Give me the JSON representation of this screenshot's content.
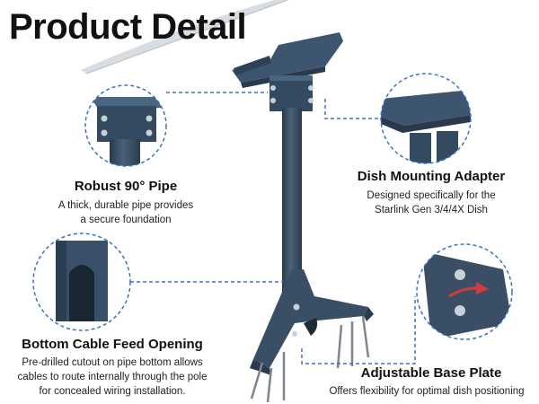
{
  "page": {
    "title": "Product Detail"
  },
  "features": [
    {
      "id": "pipe",
      "title": "Robust 90° Pipe",
      "description_lines": [
        "A thick, durable pipe provides",
        "a secure foundation"
      ]
    },
    {
      "id": "adapter",
      "title": "Dish Mounting Adapter",
      "description_lines": [
        "Designed specifically for the",
        "Starlink Gen  3/4/4X Dish"
      ]
    },
    {
      "id": "cable",
      "title": "Bottom Cable Feed Opening",
      "description_lines": [
        "Pre-drilled cutout on pipe bottom allows",
        "cables to route internally through the pole",
        "for concealed wiring installation."
      ]
    },
    {
      "id": "base",
      "title": "Adjustable Base Plate",
      "description_lines": [
        "Offers flexibility for optimal dish positioning"
      ]
    }
  ],
  "colors": {
    "product": "#3a4f66",
    "product_dark": "#2a3a4c",
    "leader": "#3a72c4",
    "text": "#111111"
  }
}
